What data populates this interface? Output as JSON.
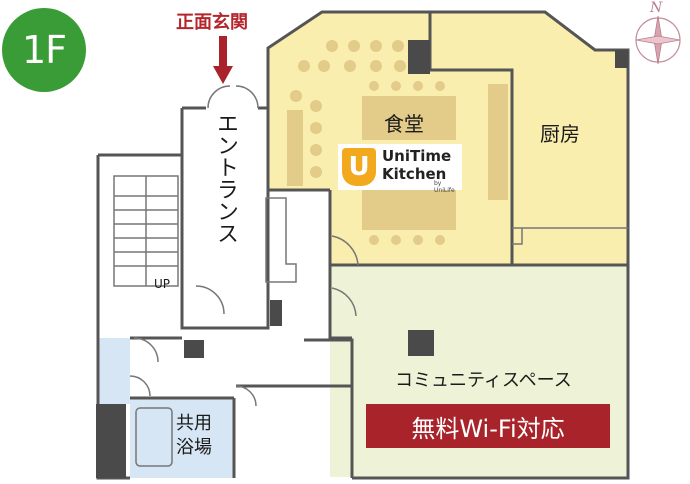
{
  "floor_label": "1F",
  "entrance": {
    "label": "正面玄関"
  },
  "rooms": {
    "entrance_hall": "エントランス",
    "dining": "食堂",
    "kitchen": "厨房",
    "community_space": "コミュニティスペース",
    "shared_bath": "共用浴場",
    "stairs_up": "UP"
  },
  "logo": {
    "mark": "U",
    "line1": "UniTime",
    "line2": "Kitchen",
    "byline": "by UniLife"
  },
  "wifi_banner": "無料Wi-Fi対応",
  "compass": {
    "north": "N"
  },
  "colors": {
    "dining_fill": "#faeeae",
    "community_fill": "#eef3d8",
    "bath_fill": "#d6e6f4",
    "wall": "#555555",
    "accent_red": "#a8232a",
    "badge_green": "#3a9c36",
    "table_tan": "#e3cb8a"
  }
}
